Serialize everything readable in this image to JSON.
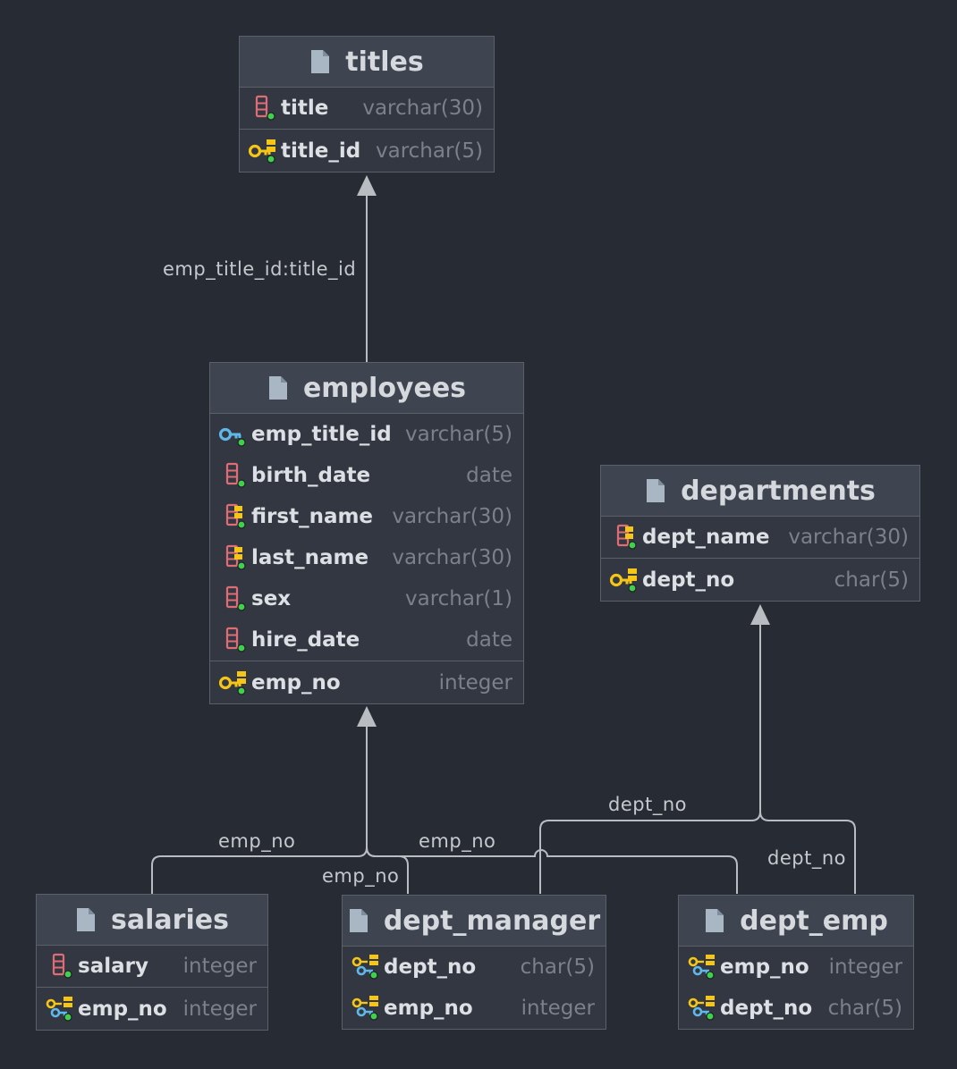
{
  "tables": {
    "titles": {
      "name": "titles",
      "columns": [
        {
          "name": "title",
          "type": "varchar(30)",
          "icon": "column-icon"
        }
      ],
      "keys": [
        {
          "name": "title_id",
          "type": "varchar(5)",
          "icon": "primary-key-indexed-icon"
        }
      ]
    },
    "employees": {
      "name": "employees",
      "columns": [
        {
          "name": "emp_title_id",
          "type": "varchar(5)",
          "icon": "foreign-key-icon"
        },
        {
          "name": "birth_date",
          "type": "date",
          "icon": "column-icon"
        },
        {
          "name": "first_name",
          "type": "varchar(30)",
          "icon": "indexed-column-icon"
        },
        {
          "name": "last_name",
          "type": "varchar(30)",
          "icon": "indexed-column-icon"
        },
        {
          "name": "sex",
          "type": "varchar(1)",
          "icon": "column-icon"
        },
        {
          "name": "hire_date",
          "type": "date",
          "icon": "column-icon"
        }
      ],
      "keys": [
        {
          "name": "emp_no",
          "type": "integer",
          "icon": "primary-key-indexed-icon"
        }
      ]
    },
    "departments": {
      "name": "departments",
      "columns": [
        {
          "name": "dept_name",
          "type": "varchar(30)",
          "icon": "indexed-column-icon"
        }
      ],
      "keys": [
        {
          "name": "dept_no",
          "type": "char(5)",
          "icon": "primary-key-indexed-icon"
        }
      ]
    },
    "salaries": {
      "name": "salaries",
      "columns": [
        {
          "name": "salary",
          "type": "integer",
          "icon": "column-icon"
        }
      ],
      "keys": [
        {
          "name": "emp_no",
          "type": "integer",
          "icon": "primary-foreign-key-icon"
        }
      ]
    },
    "dept_manager": {
      "name": "dept_manager",
      "columns": [
        {
          "name": "dept_no",
          "type": "char(5)",
          "icon": "primary-foreign-key-icon"
        },
        {
          "name": "emp_no",
          "type": "integer",
          "icon": "primary-foreign-key-icon"
        }
      ],
      "keys": []
    },
    "dept_emp": {
      "name": "dept_emp",
      "columns": [
        {
          "name": "emp_no",
          "type": "integer",
          "icon": "primary-foreign-key-icon"
        },
        {
          "name": "dept_no",
          "type": "char(5)",
          "icon": "primary-foreign-key-icon"
        }
      ],
      "keys": []
    }
  },
  "edge_labels": {
    "employees_titles": "emp_title_id:title_id",
    "salaries_employees": "emp_no",
    "dept_emp_employees": "emp_no",
    "dept_manager_employees": "emp_no",
    "dept_manager_departments": "dept_no",
    "dept_emp_departments": "dept_no"
  },
  "colors": {
    "background": "#272b33",
    "table_body": "#323741",
    "table_header": "#3f4550",
    "border": "#5a5f68",
    "edge": "#b9bcc0",
    "column_icon": "#e06c75",
    "primary_key_icon": "#f5c518",
    "foreign_key_icon": "#5fb8e8",
    "status_dot": "#3fd14a"
  }
}
